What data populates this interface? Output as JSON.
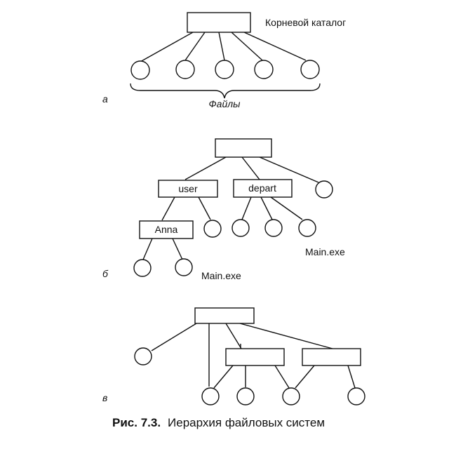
{
  "panel_a": {
    "letter": "а",
    "root_label": "Корневой каталог",
    "files_label": "Файлы"
  },
  "panel_b": {
    "letter": "б",
    "dir_user": "user",
    "dir_depart": "depart",
    "dir_anna": "Anna",
    "file_main_1": "Main.exe",
    "file_main_2": "Main.exe"
  },
  "panel_c": {
    "letter": "в"
  },
  "caption": {
    "prefix": "Рис. 7.3.",
    "text": "Иерархия файловых систем"
  }
}
